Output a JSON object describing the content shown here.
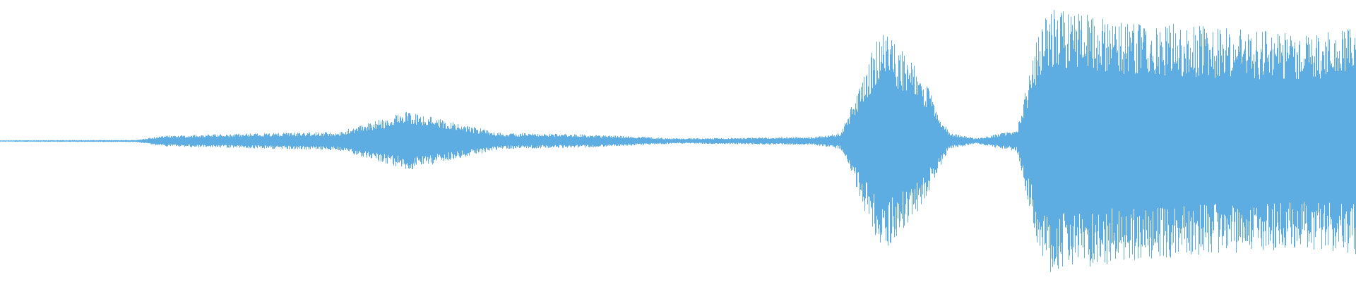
{
  "waveform": {
    "color": "#5DADE2",
    "style": "audio-waveform",
    "amplitude_profile": [
      {
        "t": 0.0,
        "a": 0.005
      },
      {
        "t": 0.1,
        "a": 0.008
      },
      {
        "t": 0.12,
        "a": 0.04
      },
      {
        "t": 0.2,
        "a": 0.06
      },
      {
        "t": 0.25,
        "a": 0.07
      },
      {
        "t": 0.3,
        "a": 0.22
      },
      {
        "t": 0.37,
        "a": 0.06
      },
      {
        "t": 0.43,
        "a": 0.05
      },
      {
        "t": 0.5,
        "a": 0.02
      },
      {
        "t": 0.6,
        "a": 0.03
      },
      {
        "t": 0.62,
        "a": 0.06
      },
      {
        "t": 0.65,
        "a": 0.85
      },
      {
        "t": 0.68,
        "a": 0.5
      },
      {
        "t": 0.7,
        "a": 0.06
      },
      {
        "t": 0.72,
        "a": 0.02
      },
      {
        "t": 0.75,
        "a": 0.08
      },
      {
        "t": 0.77,
        "a": 1.0
      },
      {
        "t": 0.83,
        "a": 0.9
      },
      {
        "t": 0.9,
        "a": 0.85
      },
      {
        "t": 0.96,
        "a": 0.8
      },
      {
        "t": 1.0,
        "a": 0.85
      }
    ]
  }
}
